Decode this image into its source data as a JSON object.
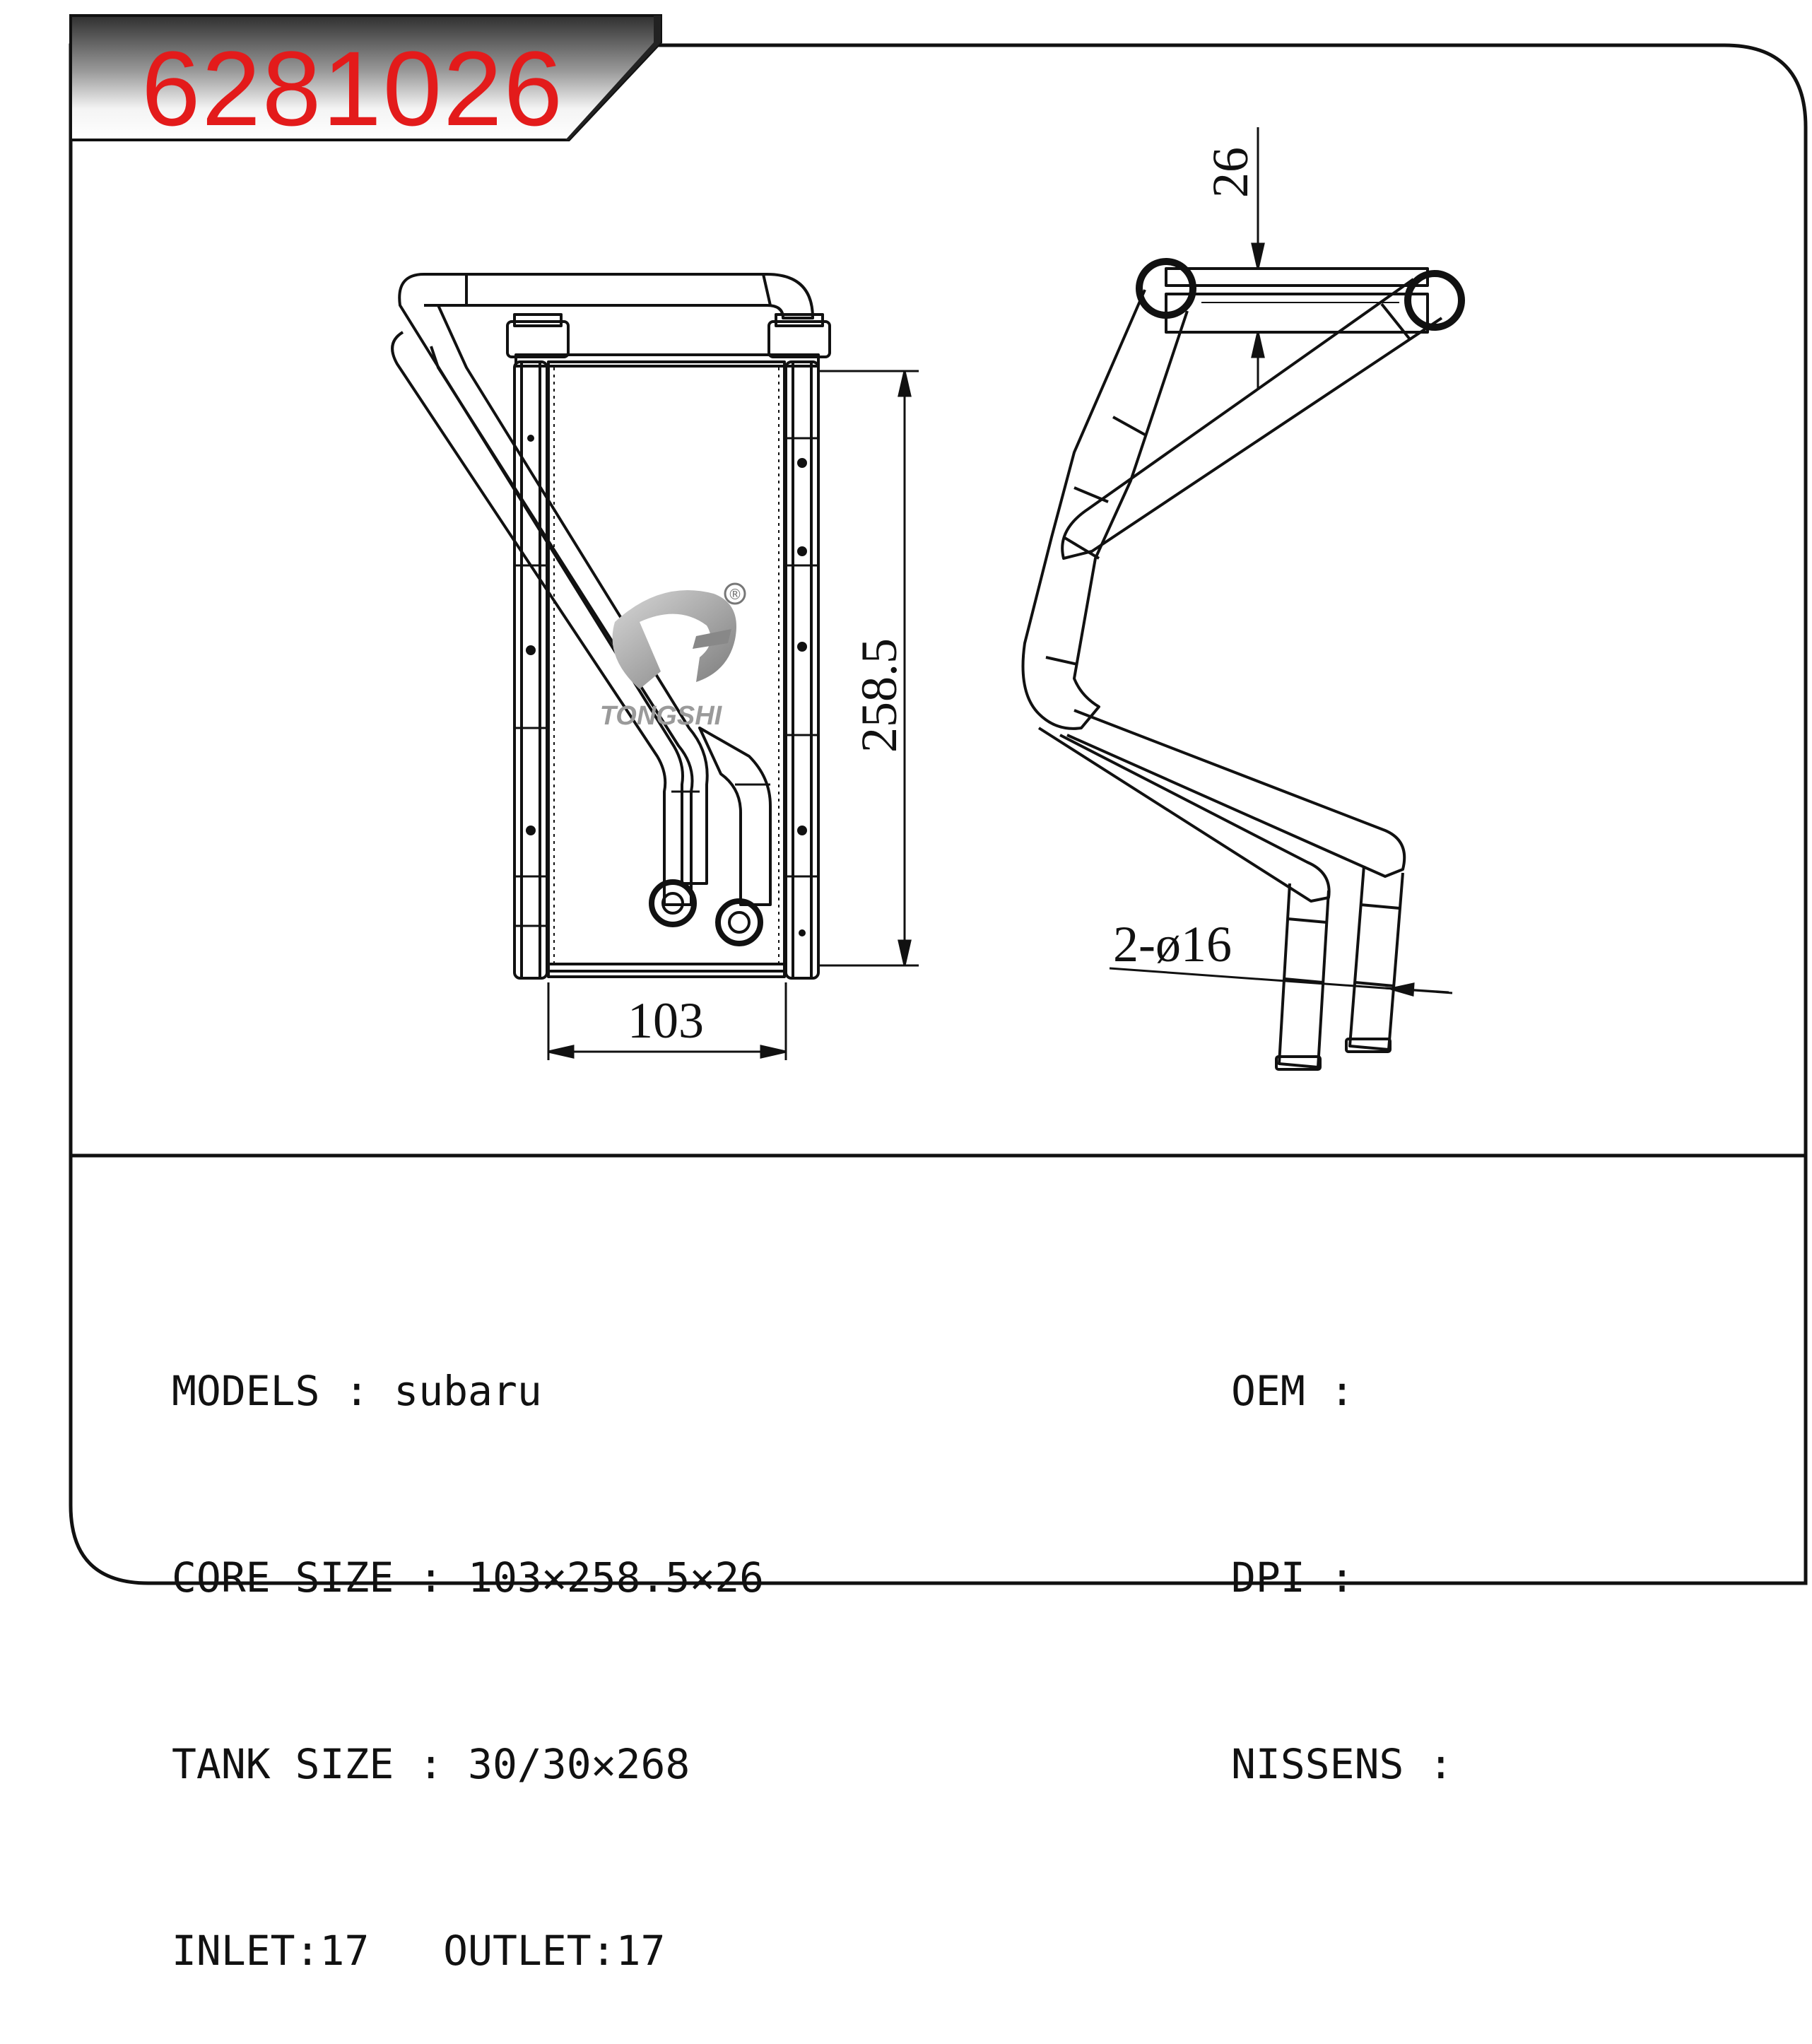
{
  "part_number": "6281026",
  "dimensions": {
    "width": "103",
    "height": "258.5",
    "depth": "26",
    "pipes": "2-ø16"
  },
  "logo": {
    "brand": "TONGSHI",
    "registered": "®"
  },
  "specs_left": [
    {
      "label": "MODELS",
      "sep": " : ",
      "value": "subaru"
    },
    {
      "label": "CORE SIZE",
      "sep": " : ",
      "value": "103✕258.5✕26"
    },
    {
      "label": "TANK SIZE",
      "sep": " : ",
      "value": "30/30✕268"
    },
    {
      "label": "INLET",
      "sep": ":",
      "value": "17",
      "label2": "OUTLET",
      "sep2": ":",
      "value2": "17"
    }
  ],
  "specs_right": [
    {
      "label": "OEM",
      "sep": " :",
      "value": ""
    },
    {
      "label": "DPI",
      "sep": " :",
      "value": ""
    },
    {
      "label": "NISSENS",
      "sep": " :",
      "value": ""
    }
  ],
  "colors": {
    "part_number": "#e31b1b",
    "line": "#111111",
    "badge_dark": "#3a3a3a",
    "badge_light": "#f2f2f2"
  }
}
